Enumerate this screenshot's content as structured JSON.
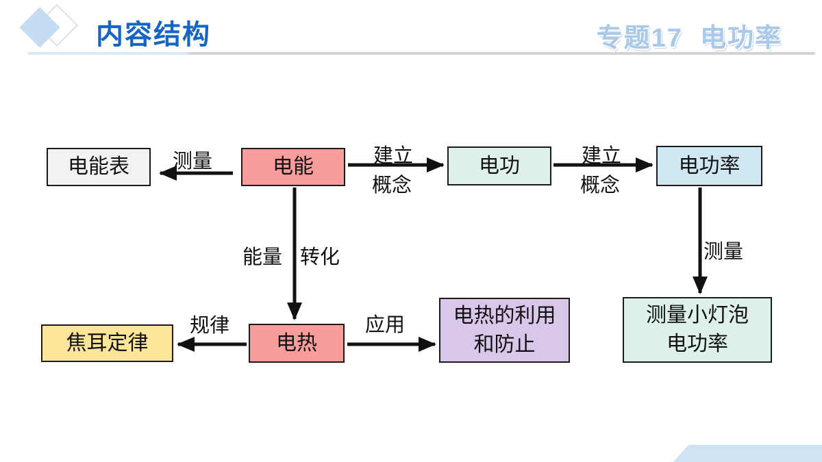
{
  "header": {
    "title": "内容结构",
    "topic": "专题17  电功率"
  },
  "diagram": {
    "type": "concept-map",
    "nodes": {
      "meter": {
        "label": "电能表",
        "color": "#f2f2f2"
      },
      "energy": {
        "label": "电能",
        "color": "#f89c9c"
      },
      "work": {
        "label": "电功",
        "color": "#def0e9"
      },
      "power": {
        "label": "电功率",
        "color": "#cfe7f2"
      },
      "joule": {
        "label": "焦耳定律",
        "color": "#fce598"
      },
      "heat": {
        "label": "电热",
        "color": "#f89c9c"
      },
      "heat_use": {
        "line1": "电热的利用",
        "line2": "和防止",
        "color": "#d9c7e9"
      },
      "measure_bulb": {
        "line1": "测量小灯泡",
        "line2": "电功率",
        "color": "#def0ea"
      }
    },
    "edges": [
      {
        "from": "电能",
        "to": "电能表",
        "label": "测量"
      },
      {
        "from": "电能",
        "to": "电功",
        "label_top": "建立",
        "label_bottom": "概念"
      },
      {
        "from": "电功",
        "to": "电功率",
        "label_top": "建立",
        "label_bottom": "概念"
      },
      {
        "from": "电能",
        "to": "电热",
        "label_left": "能量",
        "label_right": "转化"
      },
      {
        "from": "电功率",
        "to": "测量小灯泡电功率",
        "label": "测量"
      },
      {
        "from": "电热",
        "to": "焦耳定律",
        "label": "规律"
      },
      {
        "from": "电热",
        "to": "电热的利用和防止",
        "label": "应用"
      }
    ]
  },
  "colors": {
    "title_blue": "#1565c4",
    "topic_blue": "#a9c9e9",
    "arrow_black": "#111111",
    "corner_blue": "#cfe3f5"
  }
}
